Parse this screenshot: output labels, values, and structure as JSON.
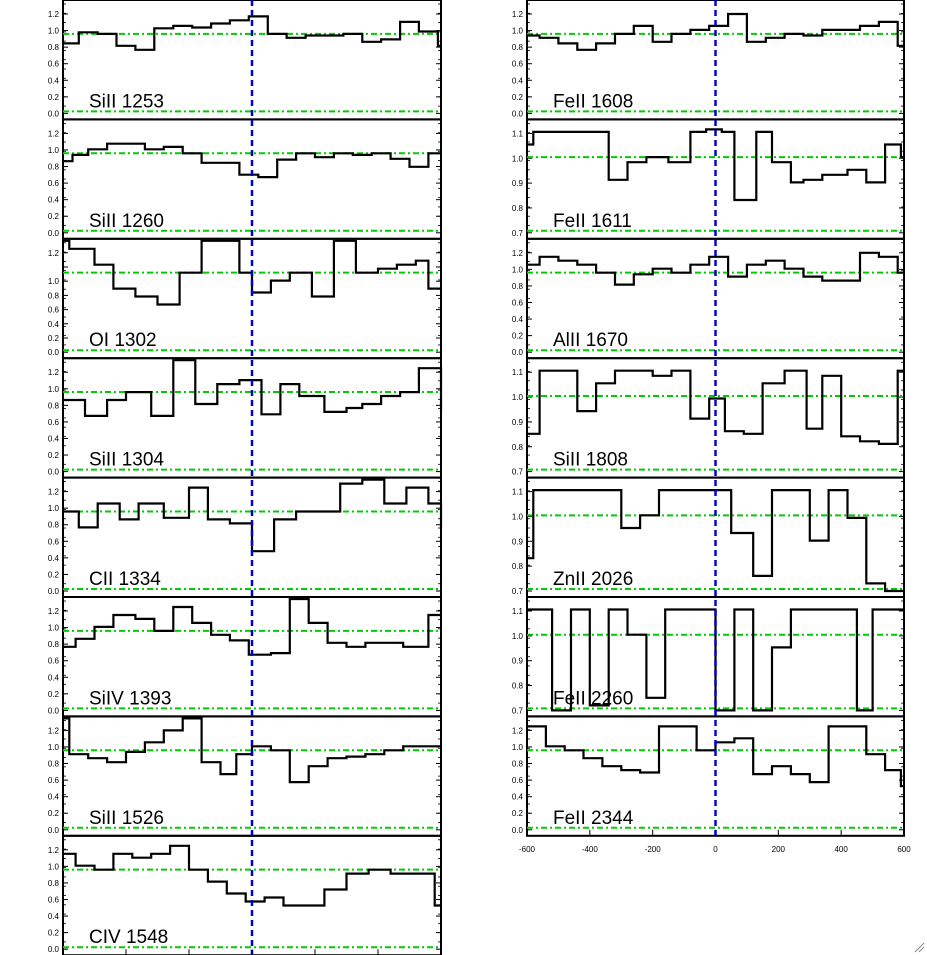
{
  "colors": {
    "axis": "#000000",
    "spectrum": "#000000",
    "continuum_line": "#00cc00",
    "zero_velocity_line": "#0000dd",
    "background": "#ffffff"
  },
  "x_tick_labels": [
    "-600",
    "-400",
    "-200",
    "0",
    "200",
    "400",
    "600"
  ],
  "chart_data": [
    {
      "type": "line",
      "column": "left",
      "panel": 0,
      "label": "SiII 1253",
      "xlim": [
        -600,
        600
      ],
      "ylim": [
        0,
        1.3
      ],
      "yticks": [
        "0.0",
        "0.2",
        "0.4",
        "0.6",
        "0.8",
        "1.0",
        "1.2"
      ],
      "x": [
        -600,
        -550,
        -490,
        -430,
        -370,
        -310,
        -250,
        -190,
        -130,
        -70,
        -10,
        50,
        110,
        170,
        230,
        290,
        350,
        410,
        470,
        530,
        590
      ],
      "y": [
        0.88,
        1.02,
        1.0,
        0.85,
        0.8,
        1.07,
        1.1,
        1.08,
        1.13,
        1.17,
        1.22,
        1.0,
        0.95,
        0.98,
        0.98,
        1.0,
        0.9,
        0.93,
        1.15,
        1.03,
        0.85
      ]
    },
    {
      "type": "line",
      "column": "left",
      "panel": 1,
      "label": "SiII 1260",
      "xlim": [
        -600,
        600
      ],
      "ylim": [
        0,
        1.3
      ],
      "yticks": [
        "0.0",
        "0.2",
        "0.4",
        "0.6",
        "0.8",
        "1.0",
        "1.2"
      ],
      "x": [
        -600,
        -570,
        -520,
        -460,
        -400,
        -340,
        -280,
        -220,
        -160,
        -100,
        -40,
        20,
        80,
        140,
        200,
        260,
        320,
        380,
        440,
        500,
        560
      ],
      "y": [
        0.9,
        0.98,
        1.05,
        1.12,
        1.12,
        1.05,
        1.08,
        1.0,
        0.88,
        0.88,
        0.73,
        0.7,
        0.92,
        1.0,
        0.95,
        1.0,
        0.98,
        1.0,
        0.93,
        0.83,
        1.0
      ]
    },
    {
      "type": "line",
      "column": "left",
      "panel": 2,
      "label": "OI 1302",
      "xlim": [
        -600,
        600
      ],
      "ylim": [
        0,
        1.3
      ],
      "yticks": [
        "0.0",
        "0.2",
        "0.4",
        "0.6",
        "0.8",
        "1.0",
        "",
        "1.2"
      ],
      "x": [
        -600,
        -580,
        -500,
        -440,
        -370,
        -300,
        -230,
        -160,
        -100,
        -40,
        0,
        60,
        120,
        190,
        260,
        330,
        400,
        460,
        520,
        560,
        600
      ],
      "y": [
        1.4,
        1.3,
        1.1,
        0.8,
        0.7,
        0.6,
        1.0,
        1.5,
        1.45,
        1.0,
        0.75,
        0.9,
        1.0,
        0.7,
        1.5,
        1.0,
        1.05,
        1.1,
        1.15,
        0.8,
        0.8
      ]
    },
    {
      "type": "line",
      "column": "left",
      "panel": 3,
      "label": "SiII 1304",
      "xlim": [
        -600,
        600
      ],
      "ylim": [
        0,
        1.3
      ],
      "yticks": [
        "0.0",
        "0.2",
        "0.4",
        "0.6",
        "0.8",
        "1.0",
        "1.2"
      ],
      "x": [
        -600,
        -530,
        -460,
        -400,
        -320,
        -250,
        -180,
        -110,
        -40,
        30,
        90,
        150,
        230,
        300,
        350,
        410,
        470,
        530,
        600
      ],
      "y": [
        0.9,
        0.7,
        0.9,
        1.0,
        0.7,
        1.5,
        0.85,
        1.1,
        1.15,
        0.72,
        1.1,
        0.95,
        0.75,
        0.8,
        0.85,
        0.95,
        1.0,
        1.3,
        0.75
      ]
    },
    {
      "type": "line",
      "column": "left",
      "panel": 4,
      "label": "CII 1334",
      "xlim": [
        -600,
        600
      ],
      "ylim": [
        0,
        1.3
      ],
      "yticks": [
        "0.0",
        "0.2",
        "0.4",
        "0.6",
        "0.8",
        "1.0",
        "1.2"
      ],
      "x": [
        -600,
        -550,
        -490,
        -420,
        -360,
        -280,
        -200,
        -140,
        -70,
        0,
        70,
        140,
        210,
        280,
        350,
        420,
        490,
        560,
        600
      ],
      "y": [
        1.0,
        0.8,
        1.1,
        0.9,
        1.1,
        0.92,
        1.3,
        0.9,
        0.85,
        0.5,
        0.9,
        1.0,
        1.0,
        1.35,
        1.4,
        1.1,
        1.3,
        1.1,
        0.8
      ]
    },
    {
      "type": "line",
      "column": "left",
      "panel": 5,
      "label": "SiIV 1393",
      "xlim": [
        -600,
        600
      ],
      "ylim": [
        0,
        1.3
      ],
      "yticks": [
        "0.0",
        "0.2",
        "0.4",
        "0.6",
        "0.8",
        "1.0",
        "1.2"
      ],
      "x": [
        -600,
        -560,
        -500,
        -440,
        -370,
        -310,
        -250,
        -190,
        -130,
        -70,
        -10,
        60,
        120,
        180,
        240,
        300,
        360,
        420,
        480,
        560
      ],
      "y": [
        0.8,
        0.9,
        1.05,
        1.2,
        1.15,
        1.0,
        1.3,
        1.1,
        0.95,
        0.88,
        0.7,
        0.72,
        1.5,
        1.1,
        0.85,
        0.8,
        0.85,
        0.85,
        0.8,
        1.2
      ]
    },
    {
      "type": "line",
      "column": "left",
      "panel": 6,
      "label": "SiII 1526",
      "xlim": [
        -600,
        600
      ],
      "ylim": [
        0,
        1.3
      ],
      "yticks": [
        "0.0",
        "0.2",
        "0.4",
        "0.6",
        "0.8",
        "1.0",
        "1.2"
      ],
      "x": [
        -600,
        -580,
        -520,
        -460,
        -400,
        -340,
        -280,
        -220,
        -160,
        -100,
        -50,
        0,
        60,
        120,
        180,
        240,
        300,
        360,
        420,
        480,
        560
      ],
      "y": [
        1.4,
        0.95,
        0.9,
        0.85,
        0.98,
        1.1,
        1.25,
        1.45,
        0.85,
        0.7,
        0.95,
        1.05,
        1.0,
        0.6,
        0.8,
        0.9,
        0.92,
        0.95,
        1.0,
        1.05,
        1.05
      ]
    },
    {
      "type": "line",
      "column": "left",
      "panel": 7,
      "label": "CIV 1548",
      "xlim": [
        -600,
        600
      ],
      "ylim": [
        0,
        1.3
      ],
      "yticks": [
        "0.0",
        "0.2",
        "0.4",
        "0.6",
        "0.8",
        "1.0",
        "1.2"
      ],
      "x": [
        -600,
        -560,
        -500,
        -440,
        -380,
        -320,
        -260,
        -200,
        -140,
        -80,
        -20,
        40,
        100,
        160,
        230,
        300,
        370,
        440,
        510,
        580
      ],
      "y": [
        1.2,
        1.05,
        1.0,
        1.2,
        1.15,
        1.2,
        1.3,
        1.0,
        0.85,
        0.7,
        0.6,
        0.65,
        0.55,
        0.55,
        0.75,
        0.95,
        1.0,
        0.95,
        0.95,
        0.55
      ]
    },
    {
      "type": "line",
      "column": "right",
      "panel": 0,
      "label": "FeII 1608",
      "xlim": [
        -600,
        600
      ],
      "ylim": [
        0,
        1.3
      ],
      "yticks": [
        "0.0",
        "0.2",
        "0.4",
        "0.6",
        "0.8",
        "1.0",
        "1.2"
      ],
      "x": [
        -600,
        -560,
        -500,
        -440,
        -380,
        -320,
        -260,
        -200,
        -140,
        -80,
        -20,
        40,
        100,
        160,
        220,
        280,
        340,
        400,
        460,
        520,
        580
      ],
      "y": [
        0.98,
        0.95,
        0.88,
        0.8,
        0.88,
        1.0,
        1.1,
        0.9,
        1.0,
        1.05,
        1.1,
        1.25,
        0.9,
        0.95,
        1.0,
        0.98,
        1.05,
        1.05,
        1.1,
        1.15,
        0.85
      ]
    },
    {
      "type": "line",
      "column": "right",
      "panel": 1,
      "label": "FeII 1611",
      "xlim": [
        -600,
        600
      ],
      "ylim": [
        0.7,
        1.11
      ],
      "yticks": [
        "0.7",
        "0.8",
        "0.9",
        "1.0",
        "1.1"
      ],
      "x": [
        -600,
        -580,
        -500,
        -420,
        -340,
        -280,
        -220,
        -150,
        -80,
        -30,
        20,
        60,
        130,
        180,
        240,
        280,
        340,
        420,
        480,
        540,
        590
      ],
      "y": [
        1.05,
        1.1,
        1.1,
        1.1,
        0.91,
        0.98,
        1.0,
        0.98,
        1.1,
        1.11,
        1.1,
        0.83,
        1.1,
        0.98,
        0.9,
        0.91,
        0.93,
        0.95,
        0.9,
        1.05,
        1.0
      ]
    },
    {
      "type": "line",
      "column": "right",
      "panel": 2,
      "label": "AlII 1670",
      "xlim": [
        -600,
        600
      ],
      "ylim": [
        0,
        1.3
      ],
      "yticks": [
        "0.0",
        "0.2",
        "0.4",
        "0.6",
        "0.8",
        "1.0",
        "1.2"
      ],
      "x": [
        -600,
        -560,
        -500,
        -440,
        -380,
        -320,
        -260,
        -200,
        -140,
        -80,
        -20,
        40,
        100,
        160,
        220,
        280,
        340,
        400,
        460,
        520,
        580
      ],
      "y": [
        1.1,
        1.2,
        1.15,
        1.1,
        1.0,
        0.85,
        0.98,
        1.05,
        1.0,
        1.1,
        1.2,
        0.95,
        1.1,
        1.15,
        1.05,
        0.95,
        0.9,
        0.9,
        1.25,
        1.2,
        1.0
      ]
    },
    {
      "type": "line",
      "column": "right",
      "panel": 3,
      "label": "SiII 1808",
      "xlim": [
        -600,
        600
      ],
      "ylim": [
        0.7,
        1.11
      ],
      "yticks": [
        "0.7",
        "0.8",
        "0.9",
        "1.0",
        "1.1"
      ],
      "x": [
        -600,
        -560,
        -500,
        -440,
        -380,
        -320,
        -260,
        -200,
        -140,
        -80,
        -20,
        30,
        90,
        150,
        220,
        290,
        340,
        400,
        460,
        520,
        580
      ],
      "y": [
        0.85,
        1.1,
        1.1,
        0.94,
        1.05,
        1.1,
        1.1,
        1.08,
        1.1,
        0.91,
        0.99,
        0.86,
        0.85,
        1.05,
        1.1,
        0.87,
        1.08,
        0.84,
        0.82,
        0.81,
        1.1
      ]
    },
    {
      "type": "line",
      "column": "right",
      "panel": 4,
      "label": "ZnII 2026",
      "xlim": [
        -600,
        600
      ],
      "ylim": [
        0.7,
        1.11
      ],
      "yticks": [
        "0.7",
        "0.8",
        "0.9",
        "1.0",
        "1.1"
      ],
      "x": [
        -600,
        -580,
        -500,
        -420,
        -360,
        -300,
        -240,
        -180,
        -120,
        -60,
        0,
        50,
        120,
        180,
        240,
        300,
        360,
        420,
        480,
        540,
        600
      ],
      "y": [
        0.83,
        1.1,
        1.1,
        1.1,
        1.1,
        0.95,
        1.0,
        1.1,
        1.1,
        1.1,
        1.1,
        0.93,
        0.76,
        1.1,
        1.1,
        0.9,
        1.1,
        0.99,
        0.73,
        0.7,
        0.7
      ]
    },
    {
      "type": "line",
      "column": "right",
      "panel": 5,
      "label": "FeII 2260",
      "xlim": [
        -600,
        600
      ],
      "ylim": [
        0.7,
        1.11
      ],
      "yticks": [
        "0.7",
        "0.8",
        "0.9",
        "1.0",
        "1.1"
      ],
      "x": [
        -600,
        -580,
        -520,
        -460,
        -400,
        -340,
        -280,
        -220,
        -160,
        -100,
        -40,
        0,
        60,
        120,
        180,
        240,
        300,
        380,
        450,
        500,
        560
      ],
      "y": [
        1.1,
        1.1,
        0.7,
        1.1,
        0.72,
        1.1,
        1.0,
        0.75,
        1.1,
        1.1,
        1.1,
        0.7,
        1.1,
        0.7,
        0.95,
        1.1,
        1.1,
        1.1,
        0.7,
        1.1,
        1.1
      ]
    },
    {
      "type": "line",
      "column": "right",
      "panel": 6,
      "label": "FeII 2344",
      "xlim": [
        -600,
        600
      ],
      "ylim": [
        0,
        1.3
      ],
      "yticks": [
        "0.0",
        "0.2",
        "0.4",
        "0.6",
        "0.8",
        "1.0",
        "1.2"
      ],
      "x": [
        -600,
        -540,
        -480,
        -420,
        -360,
        -300,
        -240,
        -180,
        -120,
        -60,
        0,
        60,
        120,
        180,
        240,
        300,
        360,
        420,
        480,
        540,
        590
      ],
      "y": [
        1.3,
        1.05,
        1.0,
        0.9,
        0.8,
        0.75,
        0.72,
        1.3,
        1.3,
        1.0,
        1.1,
        1.15,
        0.7,
        0.8,
        0.7,
        0.6,
        1.3,
        1.3,
        0.95,
        0.75,
        0.55
      ]
    }
  ]
}
